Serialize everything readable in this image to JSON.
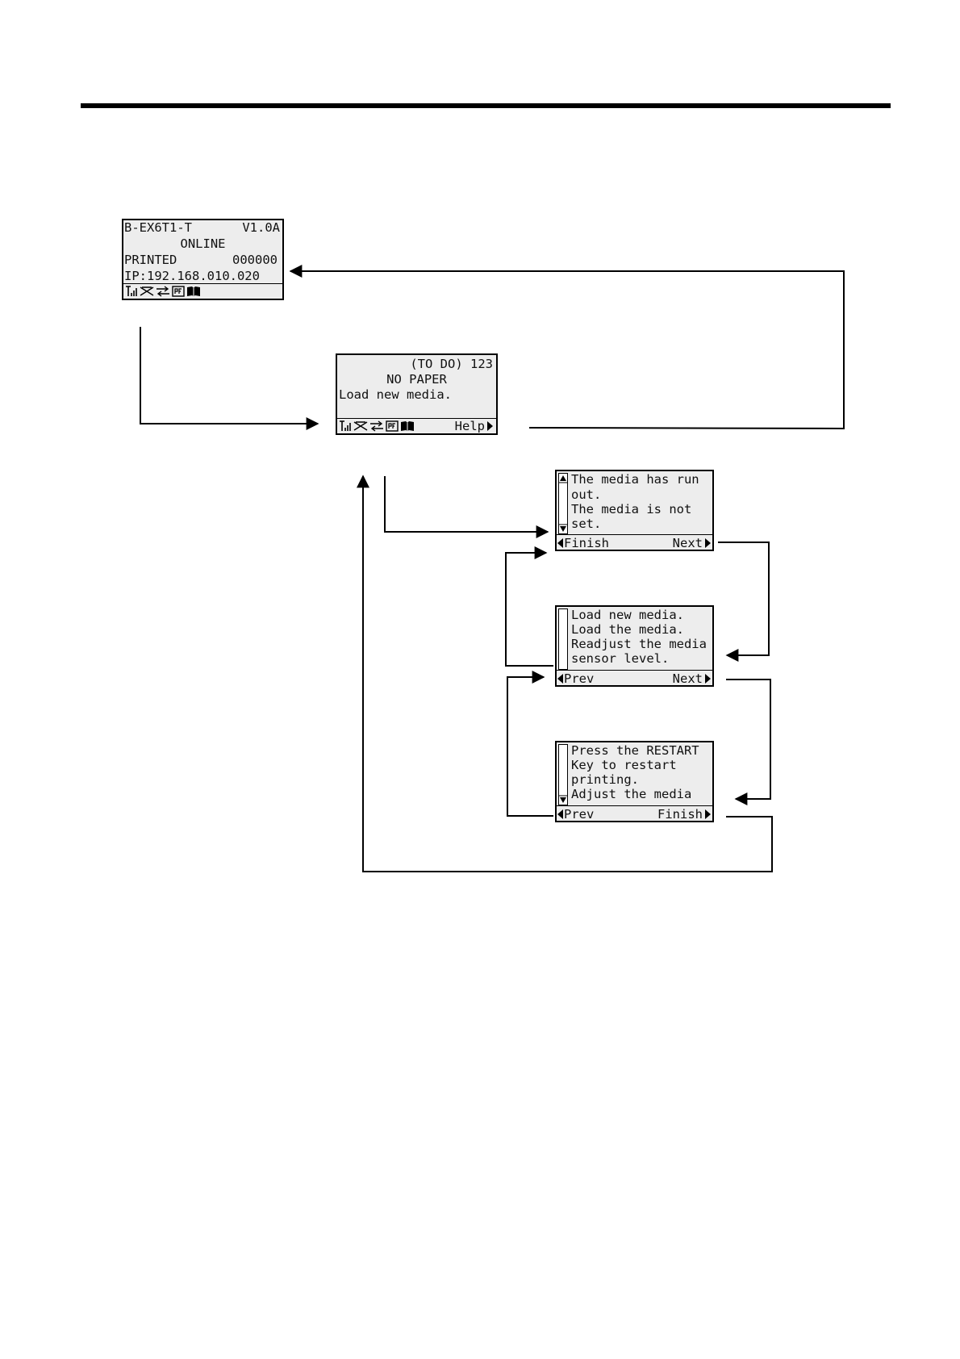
{
  "screen_online": {
    "model": "B-EX6T1-T",
    "version": "V1.0A",
    "status": "ONLINE",
    "printed_label": "PRINTED",
    "printed_count": "000000",
    "ip": "IP:192.168.010.020",
    "icons": [
      "antenna-signal-icon",
      "ribbon-icon",
      "transfer-icon",
      "rfid-icon",
      "media-roll-icon"
    ]
  },
  "screen_error": {
    "todo": "(TO DO) 123",
    "title": "NO PAPER",
    "message": "Load new media.",
    "help_label": "Help",
    "icons": [
      "antenna-signal-icon",
      "ribbon-icon",
      "transfer-icon",
      "rfid-icon",
      "media-roll-icon"
    ]
  },
  "help_screen_1": {
    "lines": [
      "The media has run",
      "out.",
      "The media is not",
      "set."
    ],
    "left_button": "Finish",
    "right_button": "Next"
  },
  "help_screen_2": {
    "lines": [
      "Load new media.",
      "Load the media.",
      "Readjust the media",
      "sensor level."
    ],
    "left_button": "Prev",
    "right_button": "Next"
  },
  "help_screen_3": {
    "lines": [
      "Press the RESTART",
      "Key to restart",
      "printing.",
      "Adjust the media"
    ],
    "left_button": "Prev",
    "right_button": "Finish"
  }
}
